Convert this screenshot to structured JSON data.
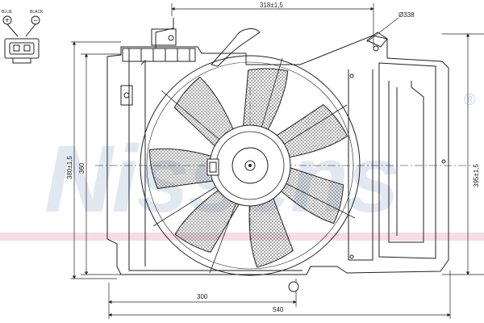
{
  "watermark": {
    "brand": "Nissens",
    "registered_mark": "®",
    "color": "#c9d6e6",
    "stripe_color": "#f2c7cf"
  },
  "connector": {
    "pin_labels": [
      "BLUE",
      "BLACK"
    ],
    "pin_symbols": [
      "+",
      "−"
    ]
  },
  "dimensions": {
    "top_width": "318±1,5",
    "shroud_diameter": "Ø338",
    "left_outer_height": "380±1,5",
    "left_inner_height": "360",
    "right_height": "395±1,5",
    "bottom_inner_width": "300",
    "bottom_overall_width": "540"
  },
  "fan": {
    "blade_count": 7
  }
}
